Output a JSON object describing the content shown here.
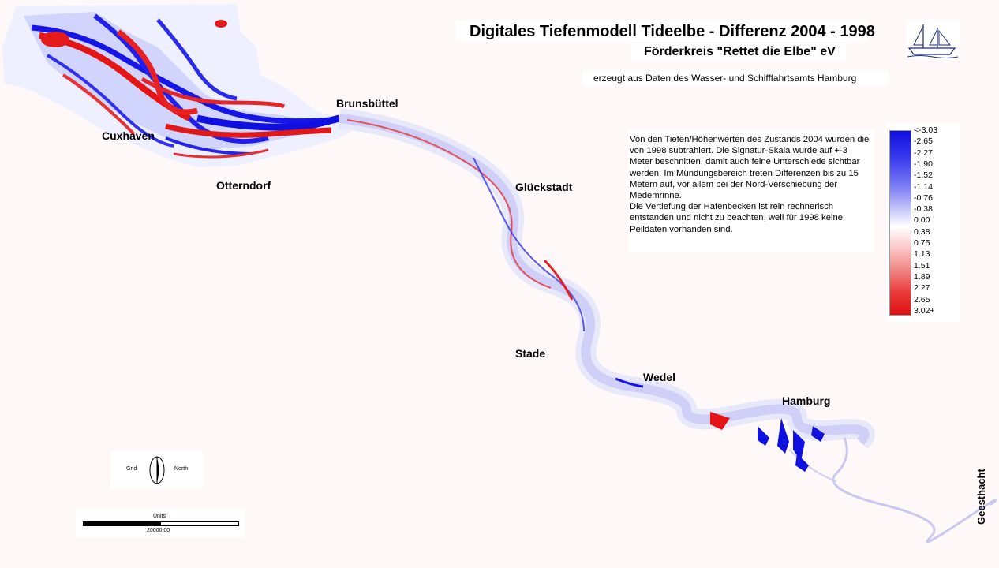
{
  "title": "Digitales Tiefenmodell Tideelbe - Differenz 2004 - 1998",
  "subtitle": "Förderkreis \"Rettet die Elbe\" eV",
  "source": "erzeugt aus Daten des Wasser- und Schifffahrtsamts Hamburg",
  "description": {
    "paragraph1": "Von den Tiefen/Höhenwerten des Zustands 2004 wurden die von 1998 subtrahiert. Die Signatur-Skala wurde auf +-3 Meter beschnitten, damit auch feine Unterschiede sichtbar werden. Im Mündungsbereich treten Differenzen bis zu 15 Metern auf, vor allem bei der Nord-Verschiebung der Medemrinne.",
    "paragraph2": "Die Vertiefung der Hafenbecken ist rein rechnerisch entstanden und nicht zu beachten, weil für 1998 keine Peildaten vorhanden sind."
  },
  "legend": {
    "labels": [
      "<-3.03",
      "-2.65",
      "-2.27",
      "-1.90",
      "-1.52",
      "-1.14",
      "-0.76",
      "-0.38",
      "0.00",
      "0.38",
      "0.75",
      "1.13",
      "1.51",
      "1.89",
      "2.27",
      "2.65",
      "3.02+"
    ],
    "color_low": "#1010e0",
    "color_mid": "#ffffff",
    "color_high": "#e01010"
  },
  "places": {
    "cuxhaven": "Cuxhaven",
    "otterndorf": "Otterndorf",
    "brunsbuettel": "Brunsbüttel",
    "glueckstadt": "Glückstadt",
    "stade": "Stade",
    "wedel": "Wedel",
    "hamburg": "Hamburg",
    "geesthacht": "Geesthacht"
  },
  "north_arrow": {
    "grid_label": "Grid",
    "north_label": "North"
  },
  "scale_bar": {
    "label": "Units",
    "value": "20000.00"
  },
  "colors": {
    "deepening": "#1010e0",
    "shoaling": "#e01010",
    "background": "#fff8f8"
  }
}
